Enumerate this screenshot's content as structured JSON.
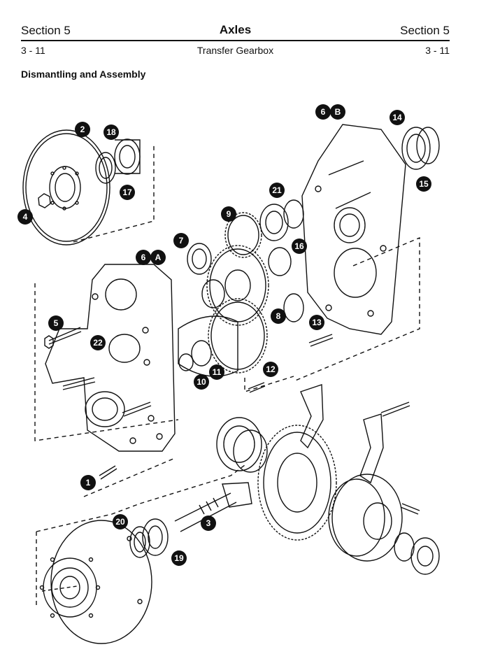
{
  "header": {
    "left": "Section 5",
    "center": "Axles",
    "right": "Section 5"
  },
  "subheader": {
    "left": "3 - 11",
    "center": "Transfer Gearbox",
    "right": "3 - 11"
  },
  "section_title": "Dismantling and Assembly",
  "callouts": [
    {
      "id": "c1",
      "text": "1"
    },
    {
      "id": "c2",
      "text": "2"
    },
    {
      "id": "c3",
      "text": "3"
    },
    {
      "id": "c4",
      "text": "4"
    },
    {
      "id": "c5",
      "text": "5"
    },
    {
      "id": "c6a",
      "text": "6"
    },
    {
      "id": "c6a2",
      "text": "A"
    },
    {
      "id": "c6b",
      "text": "6"
    },
    {
      "id": "c6b2",
      "text": "B"
    },
    {
      "id": "c7",
      "text": "7"
    },
    {
      "id": "c8",
      "text": "8"
    },
    {
      "id": "c9",
      "text": "9"
    },
    {
      "id": "c10",
      "text": "10"
    },
    {
      "id": "c11",
      "text": "11"
    },
    {
      "id": "c12",
      "text": "12"
    },
    {
      "id": "c13",
      "text": "13"
    },
    {
      "id": "c14",
      "text": "14"
    },
    {
      "id": "c15",
      "text": "15"
    },
    {
      "id": "c16",
      "text": "16"
    },
    {
      "id": "c17",
      "text": "17"
    },
    {
      "id": "c18",
      "text": "18"
    },
    {
      "id": "c19",
      "text": "19"
    },
    {
      "id": "c20",
      "text": "20"
    },
    {
      "id": "c21",
      "text": "21"
    },
    {
      "id": "c22",
      "text": "22"
    }
  ]
}
